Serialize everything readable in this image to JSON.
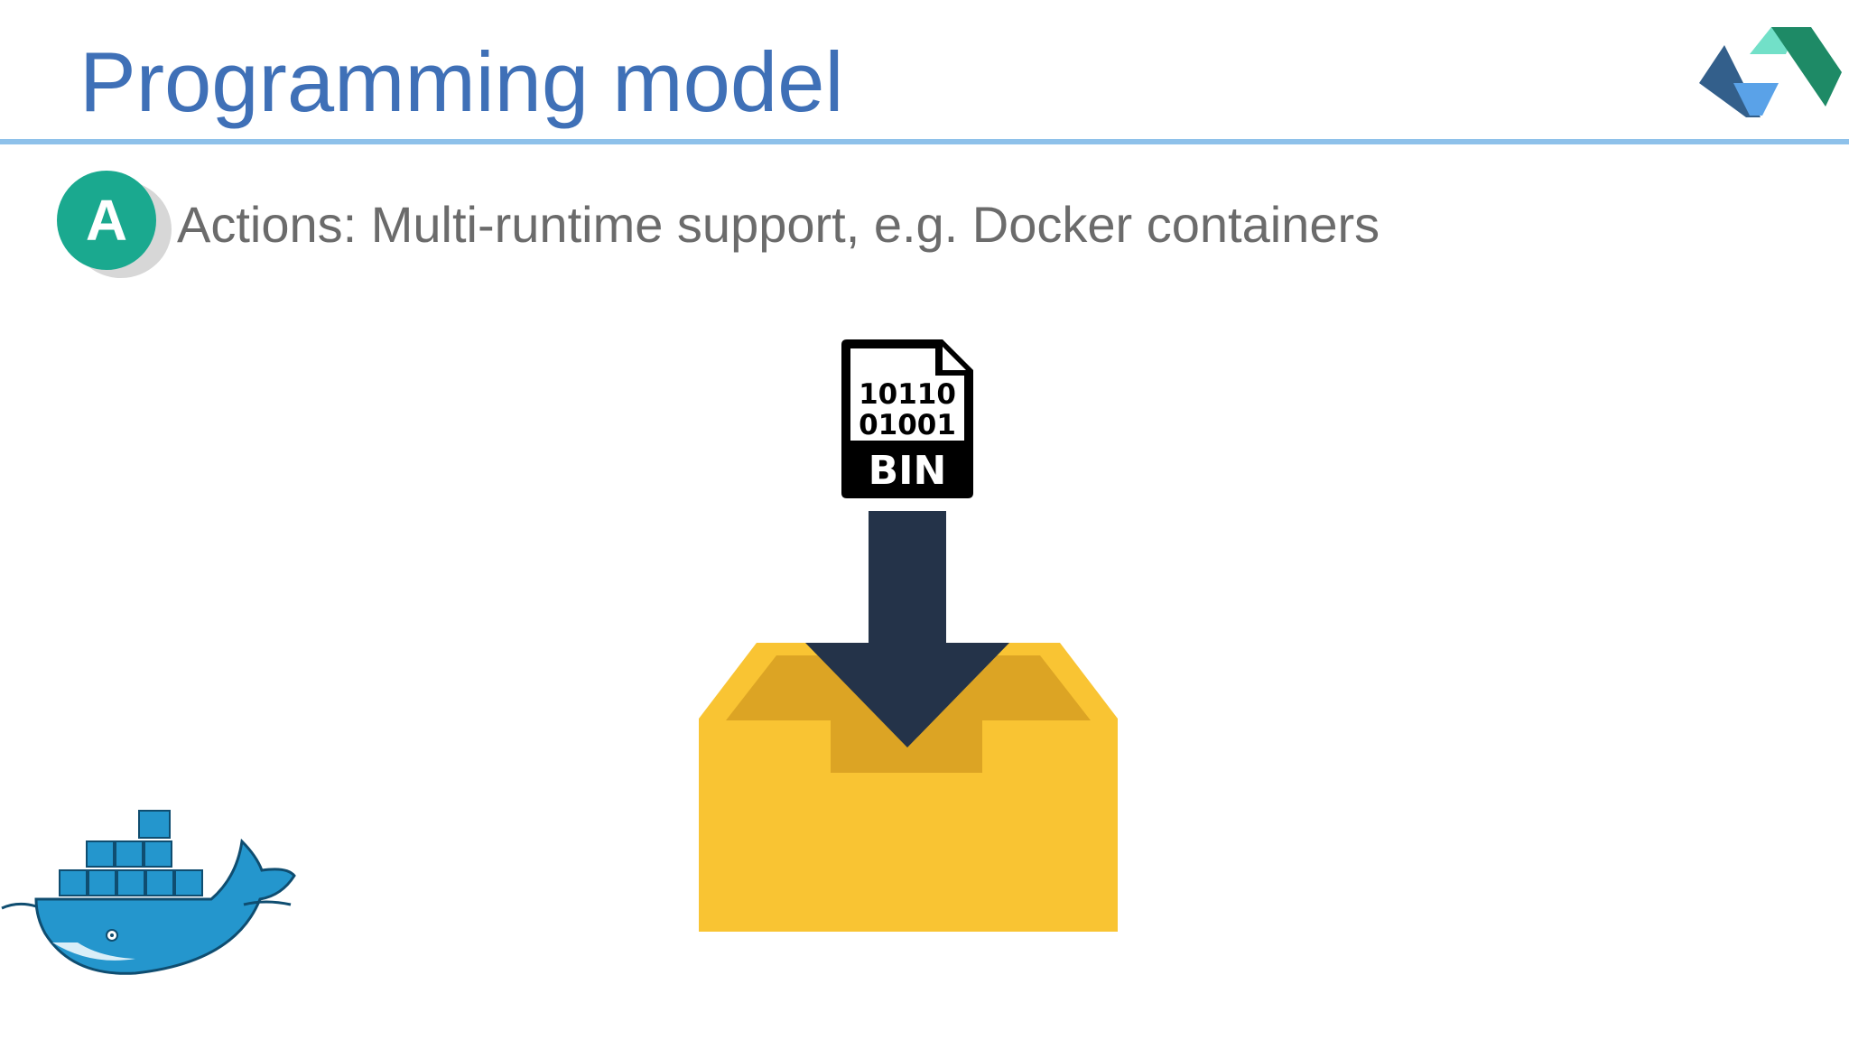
{
  "slide": {
    "title": "Programming model",
    "bullet": {
      "badge_letter": "A",
      "text": "Actions: Multi-runtime support, e.g. Docker containers"
    }
  },
  "binary_file": {
    "line1": "10110",
    "line2": "01001",
    "label": "BIN"
  },
  "colors": {
    "title": "#3f70b7",
    "rule": "#8ec1ea",
    "badge": "#1aa98f",
    "bullet_text": "#6b6b6b",
    "box": "#f9c433",
    "box_inner": "#dca424",
    "arrow": "#243349",
    "docker_blue": "#2496cd"
  },
  "icons": {
    "logo": "openwhisk-logo-icon",
    "file": "binary-file-icon",
    "arrow": "down-arrow-icon",
    "box": "open-box-icon",
    "docker": "docker-whale-icon"
  }
}
